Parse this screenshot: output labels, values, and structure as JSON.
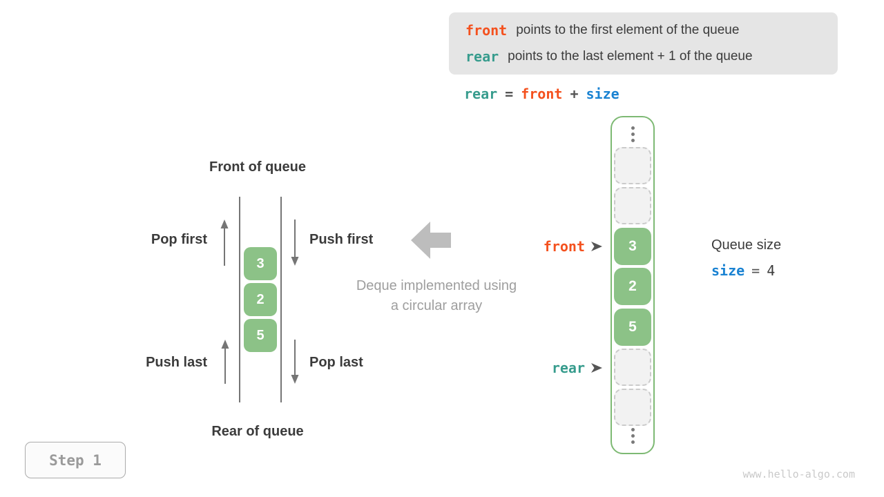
{
  "info_box": {
    "lines": [
      {
        "code": "front",
        "code_color": "#f4511e",
        "text": "points to the first element of the queue"
      },
      {
        "code": "rear",
        "code_color": "#379c8d",
        "text": "points to the last element + 1 of the queue"
      }
    ]
  },
  "formula": {
    "tokens": [
      {
        "text": "rear",
        "color": "#379c8d"
      },
      {
        "text": "=",
        "color": "#555555"
      },
      {
        "text": "front",
        "color": "#f4511e"
      },
      {
        "text": "+",
        "color": "#555555"
      },
      {
        "text": "size",
        "color": "#1982d2"
      }
    ]
  },
  "deque_diagram": {
    "front_label": "Front of queue",
    "rear_label": "Rear of queue",
    "pop_first": "Pop first",
    "push_first": "Push first",
    "push_last": "Push last",
    "pop_last": "Pop last",
    "values": [
      "3",
      "2",
      "5"
    ]
  },
  "caption": {
    "line1": "Deque implemented using",
    "line2": "a circular array"
  },
  "array": {
    "front_pointer": "front",
    "rear_pointer": "rear",
    "cells": [
      {
        "type": "empty"
      },
      {
        "type": "empty"
      },
      {
        "type": "value",
        "value": "3"
      },
      {
        "type": "value",
        "value": "2"
      },
      {
        "type": "value",
        "value": "5"
      },
      {
        "type": "empty"
      },
      {
        "type": "empty"
      }
    ]
  },
  "queue_size": {
    "title": "Queue size",
    "var": "size",
    "equals": "=",
    "value": "4"
  },
  "step": {
    "label": "Step 1"
  },
  "watermark": "www.hello-algo.com",
  "colors": {
    "accent_orange": "#f4511e",
    "accent_teal": "#379c8d",
    "accent_blue": "#1982d2",
    "value_green": "#8cc287",
    "frame_green": "#7db973",
    "info_box_bg": "#e5e5e5",
    "text_dark": "#3b3b3b",
    "gray_caption": "#9e9e9e"
  }
}
